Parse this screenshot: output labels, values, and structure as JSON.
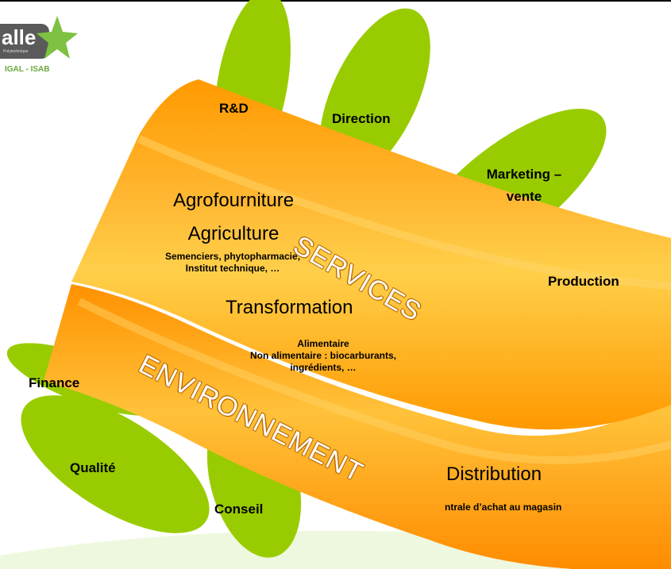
{
  "logo": {
    "text": "alle",
    "subtitle": "Polytechnique",
    "tagline": "IGAL - ISAB"
  },
  "leaves": {
    "rd": "R&D",
    "direction": "Direction",
    "marketing_line1": "Marketing –",
    "marketing_line2": "vente",
    "production": "Production",
    "finance": "Finance",
    "qualite": "Qualité",
    "conseil": "Conseil"
  },
  "bands": {
    "services": "SERVICES",
    "environnement": "ENVIRONNEMENT"
  },
  "stages": {
    "agro_line1": "Agrofourniture",
    "agro_line2": "Agriculture",
    "agro_detail_line1": "Semenciers, phytopharmacie,",
    "agro_detail_line2": "Institut technique, …",
    "transformation": "Transformation",
    "transfo_detail_line1": "Alimentaire",
    "transfo_detail_line2": "Non alimentaire : biocarburants,",
    "transfo_detail_line3": "ingrédients, …",
    "distribution": "Distribution",
    "distribution_detail": "ntrale d’achat au magasin"
  },
  "colors": {
    "leaf": "#99cc00",
    "band_orange": "#ff9900",
    "band_light": "#ffcc33",
    "swoosh": "#e8f5d0"
  }
}
